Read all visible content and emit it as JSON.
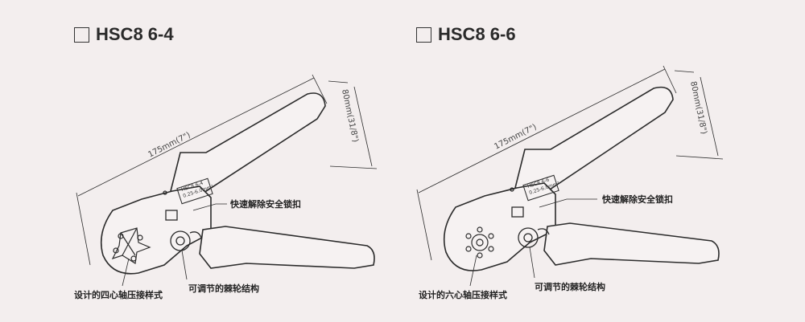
{
  "left": {
    "title": "HSC8 6-4",
    "length_dim": "175mm(7\")",
    "height_dim": "80mm(31/8\")",
    "release_label": "快速解除安全锁扣",
    "die_label": "设计的四心轴压接样式",
    "ratchet_label": "可调节的棘轮结构",
    "tool_marking_1": "HSC8 6-4",
    "tool_marking_2": "0.25-6.0mm²"
  },
  "right": {
    "title": "HSC8 6-6",
    "length_dim": "175mm(7\")",
    "height_dim": "80mm(31/8\")",
    "release_label": "快速解除安全锁扣",
    "die_label": "设计的六心轴压接样式",
    "ratchet_label": "可调节的棘轮结构",
    "tool_marking_1": "HSC8 6-6",
    "tool_marking_2": "0.25-6.0mm²"
  }
}
